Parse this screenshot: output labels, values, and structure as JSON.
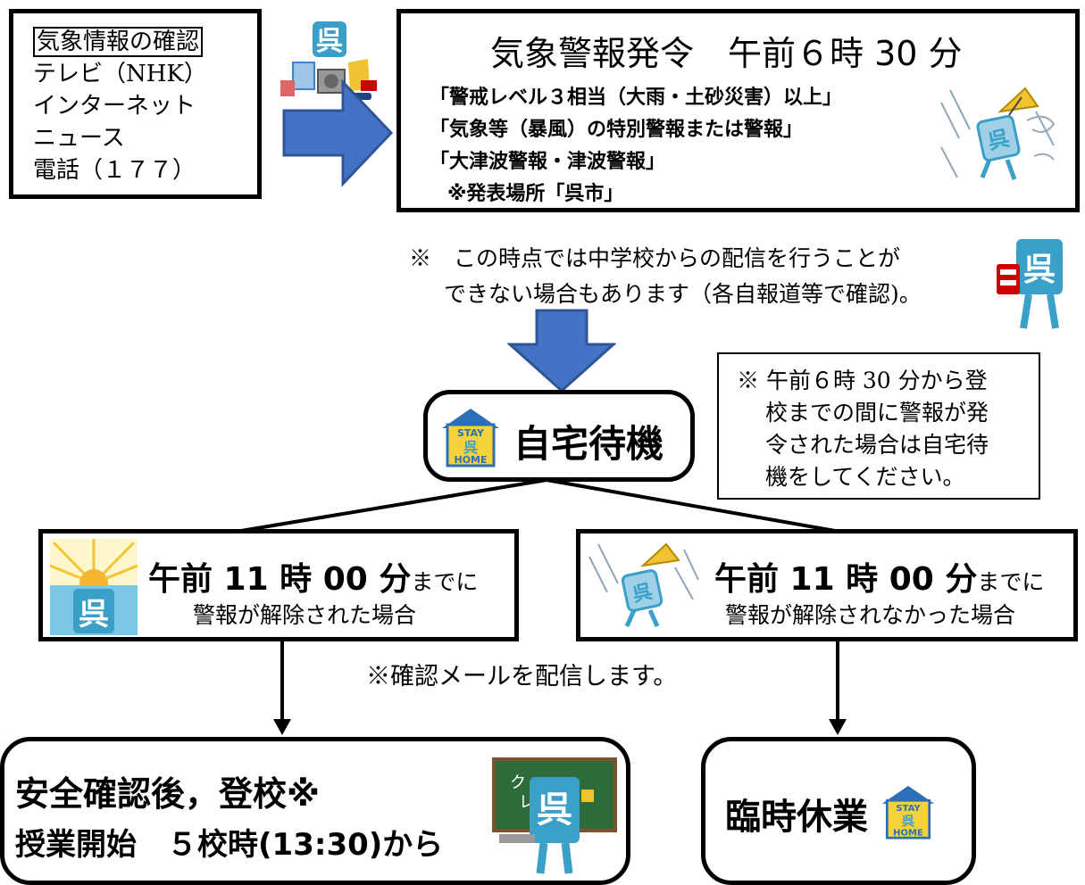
{
  "info_box": {
    "heading": "気象情報の確認",
    "items": [
      "テレビ（NHK）",
      "インターネット",
      "ニュース",
      "電話（１７７）"
    ]
  },
  "warning_box": {
    "title": "気象警報発令　午前６時 30 分",
    "lines": [
      "「警戒レベル３相当（大雨・土砂災害）以上」",
      "「気象等（暴風）の特別警報または警報」",
      "「大津波警報・津波警報」",
      "※発表場所「呉市」"
    ]
  },
  "notice_top": {
    "line1": "※　この時点では中学校からの配信を行うことが",
    "line2": "できない場合もあります（各自報道等で確認)。"
  },
  "stay_home": {
    "label": "自宅待機",
    "icon_top": "STAY",
    "icon_bottom": "HOME",
    "icon_glyph": "呉"
  },
  "side_note": {
    "lines": [
      "※ 午前６時 30 分から登",
      "校までの間に警報が発",
      "令された場合は自宅待",
      "機をしてください。"
    ]
  },
  "branch_left": {
    "time": "午前 11 時 00 分",
    "suffix": "までに",
    "condition": "警報が解除された場合"
  },
  "branch_right": {
    "time": "午前 11 時 00 分",
    "suffix": "までに",
    "condition": "警報が解除されなかった場合"
  },
  "mail_note": "※確認メールを配信します。",
  "result_left": {
    "line1": "安全確認後，登校※",
    "line2": "授業開始　５校時(13:30)から"
  },
  "result_right": {
    "label": "臨時休業"
  },
  "mascot_glyph": "呉",
  "colors": {
    "arrow": "#4472c4",
    "arrow_border": "#2f5597",
    "warning_text": "#000000",
    "mascot": "#3aa0c8"
  }
}
